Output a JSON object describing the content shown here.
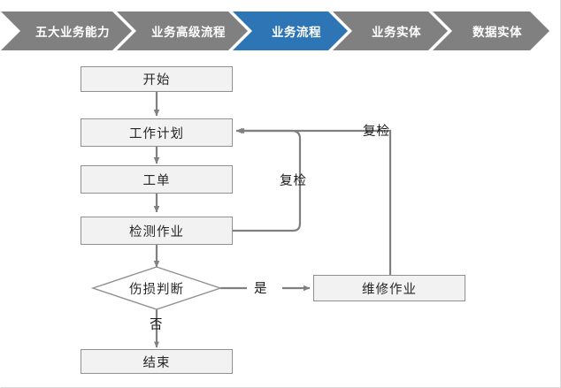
{
  "breadcrumb": {
    "name": "business-architecture-breadcrumb",
    "items": [
      {
        "label": "五大业务能力",
        "active": false
      },
      {
        "label": "业务高级流程",
        "active": false
      },
      {
        "label": "业务流程",
        "active": true
      },
      {
        "label": "业务实体",
        "active": false
      },
      {
        "label": "数据实体",
        "active": false
      }
    ],
    "colors": {
      "inactive": "#808080",
      "active": "#2E75B6",
      "text": "#FFFFFF"
    }
  },
  "flowchart": {
    "title": "业务流程",
    "colors": {
      "node_fill": "#F2F2F2",
      "node_border": "#909090",
      "connector": "#808080",
      "text": "#262626",
      "diamond_fill": "#FFFFFF"
    },
    "nodes": [
      {
        "id": "start",
        "label": "开始",
        "shape": "rect"
      },
      {
        "id": "work_plan",
        "label": "工作计划",
        "shape": "rect"
      },
      {
        "id": "work_order",
        "label": "工单",
        "shape": "rect"
      },
      {
        "id": "inspection",
        "label": "检测作业",
        "shape": "rect"
      },
      {
        "id": "judgement",
        "label": "伤损判断",
        "shape": "diamond"
      },
      {
        "id": "repair",
        "label": "维修作业",
        "shape": "rect"
      },
      {
        "id": "end",
        "label": "结束",
        "shape": "rect"
      }
    ],
    "edge_labels": [
      {
        "id": "recheck_outer",
        "label": "复检"
      },
      {
        "id": "recheck_inner",
        "label": "复检"
      },
      {
        "id": "yes",
        "label": "是"
      },
      {
        "id": "no",
        "label": "否"
      }
    ],
    "edges": [
      {
        "from": "start",
        "to": "work_plan",
        "label": ""
      },
      {
        "from": "work_plan",
        "to": "work_order",
        "label": ""
      },
      {
        "from": "work_order",
        "to": "inspection",
        "label": ""
      },
      {
        "from": "inspection",
        "to": "judgement",
        "label": ""
      },
      {
        "from": "inspection",
        "to": "work_plan",
        "label": "复检"
      },
      {
        "from": "judgement",
        "to": "repair",
        "label": "是"
      },
      {
        "from": "judgement",
        "to": "end",
        "label": "否"
      },
      {
        "from": "repair",
        "to": "work_plan",
        "label": "复检"
      }
    ]
  }
}
